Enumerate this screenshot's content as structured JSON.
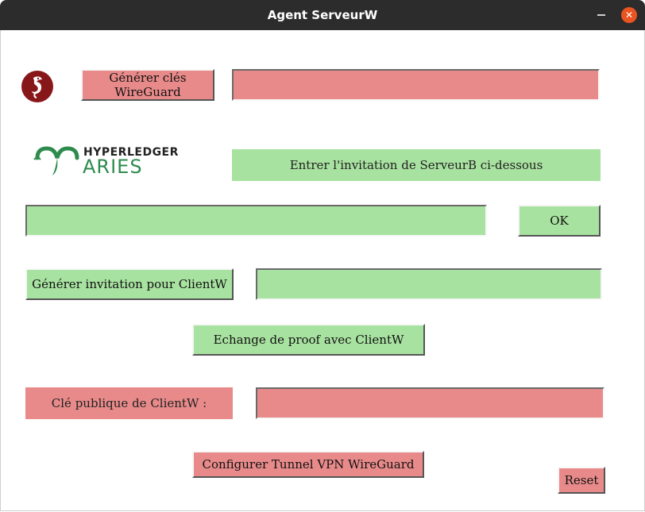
{
  "window": {
    "title": "Agent ServeurW",
    "close_glyph": "✕"
  },
  "logos": {
    "wireguard": "wireguard-dragon-icon",
    "hyperledger_line1": "HYPERLEDGER",
    "hyperledger_line2": "ARIES"
  },
  "colors": {
    "red": "#e88a8a",
    "green": "#a8e2a0",
    "close": "#e95420"
  },
  "buttons": {
    "generate_keys": "Générer clés WireGuard",
    "ok": "OK",
    "generate_invitation": "Générer invitation pour ClientW",
    "proof_exchange": "Echange de proof avec ClientW",
    "configure_tunnel": "Configurer Tunnel VPN WireGuard",
    "reset": "Reset"
  },
  "labels": {
    "enter_invitation": "Entrer l'invitation de ServeurB ci-dessous",
    "client_public_key": "Clé publique de ClientW :"
  },
  "fields": {
    "generated_keys": "",
    "invitation_input": "",
    "generated_invitation": "",
    "client_public_key": ""
  }
}
